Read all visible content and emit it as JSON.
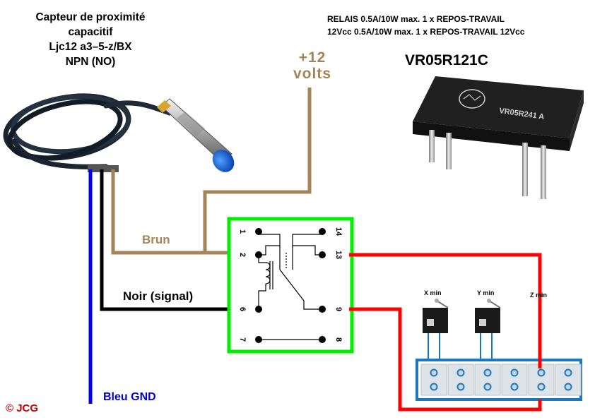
{
  "sensor": {
    "title_line1": "Capteur de proximité",
    "title_line2": "capacitif",
    "title_line3": "Ljc12 a3–5-z/BX",
    "title_line4": "NPN (NO)"
  },
  "relay": {
    "desc_line1": "RELAIS 0.5A/10W max. 1 x REPOS-TRAVAIL",
    "desc_line2": "12Vcc 0.5A/10W max. 1 x REPOS-TRAVAIL 12Vcc",
    "model": "VR05R121C",
    "package_marking": "VR05R241 A",
    "pins": {
      "p1": "1",
      "p2": "2",
      "p6": "6",
      "p7": "7",
      "p14": "14",
      "p13": "13",
      "p9": "9",
      "p8": "8"
    }
  },
  "supply": {
    "line1": "+12",
    "line2": "volts"
  },
  "wires": {
    "brown_label": "Brun",
    "black_label": "Noir (signal)",
    "blue_label": "Bleu GND"
  },
  "switches": {
    "x": "X min",
    "y": "Y min",
    "z": "Z min"
  },
  "footer": {
    "copyright": "© JCG"
  },
  "colors": {
    "brown_wire": "#a68459",
    "black_wire": "#000000",
    "blue_wire": "#0000ee",
    "red_wire": "#ff0000",
    "relay_frame": "#00ee00",
    "terminal_frame": "#1a78c2"
  }
}
